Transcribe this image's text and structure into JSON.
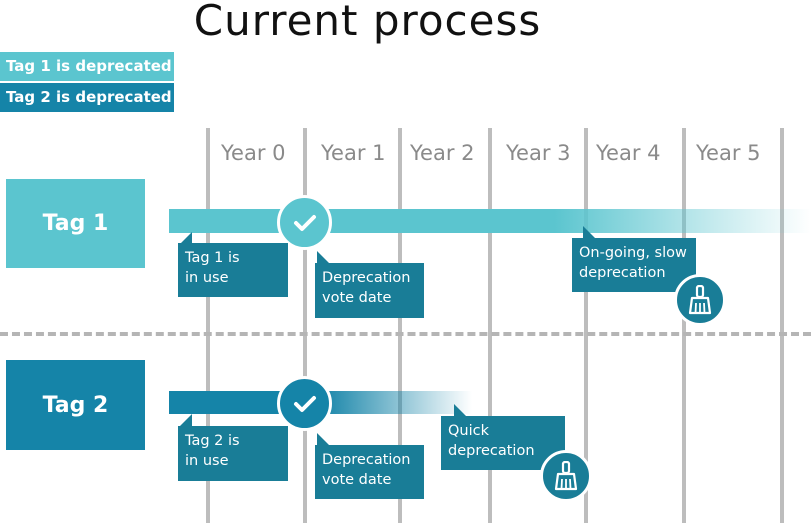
{
  "title": "Current process",
  "legend": [
    {
      "label": "Tag 1 is deprecated",
      "color": "#5bc5cf"
    },
    {
      "label": "Tag 2 is deprecated",
      "color": "#1584a8"
    }
  ],
  "years": [
    "Year 0",
    "Year 1",
    "Year 2",
    "Year 3",
    "Year 4",
    "Year 5"
  ],
  "rows": [
    {
      "tag_label": "Tag 1",
      "color": "#5bc5cf",
      "callouts": [
        {
          "text": "Tag 1 is\nin use"
        },
        {
          "text": "Deprecation\nvote date"
        },
        {
          "text": "On-going, slow\ndeprecation"
        }
      ]
    },
    {
      "tag_label": "Tag 2",
      "color": "#1584a8",
      "callouts": [
        {
          "text": "Tag 2 is\nin use"
        },
        {
          "text": "Deprecation\nvote date"
        },
        {
          "text": "Quick\ndeprecation"
        }
      ]
    }
  ],
  "callout_color": "#197d97",
  "icons": {
    "milestone": "check-icon",
    "end": "broom-icon"
  }
}
